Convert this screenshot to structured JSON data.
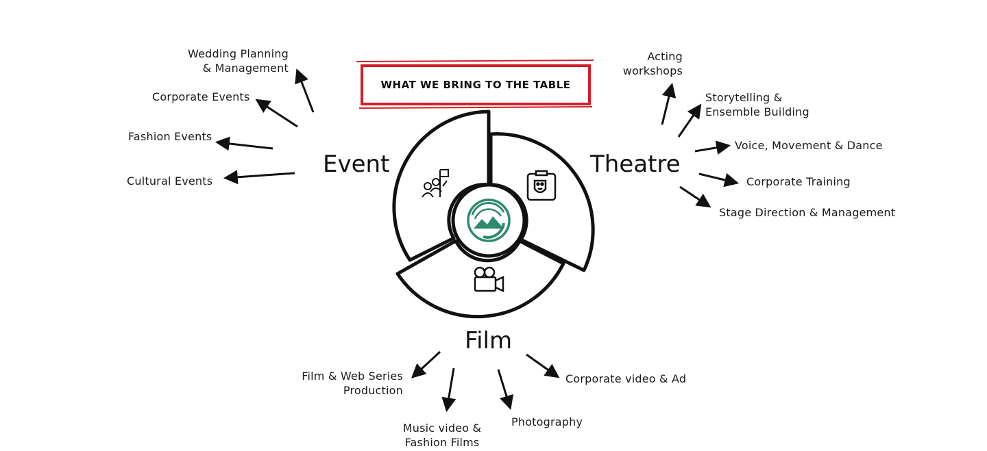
{
  "title": "WHAT WE BRING TO THE TABLE",
  "categories": {
    "event": {
      "label": "Event",
      "items": [
        "Wedding Planning\n& Management",
        "Corporate Events",
        "Fashion Events",
        "Cultural Events"
      ]
    },
    "theatre": {
      "label": "Theatre",
      "items": [
        "Acting\nworkshops",
        "Storytelling &\nEnsemble Building",
        "Voice, Movement & Dance",
        "Corporate Training",
        "Stage Direction & Management"
      ]
    },
    "film": {
      "label": "Film",
      "items": [
        "Film & Web Series\nProduction",
        "Music video &\nFashion Films",
        "Photography",
        "Corporate video & Ad"
      ]
    }
  },
  "icons": {
    "center": "company-logo-icon",
    "event": "event-people-flag-icon",
    "theatre": "theatre-masks-icon",
    "film": "video-camera-icon"
  },
  "colors": {
    "title_border": "#d51f26",
    "logo": "#2e8b6a",
    "stroke": "#111111"
  }
}
